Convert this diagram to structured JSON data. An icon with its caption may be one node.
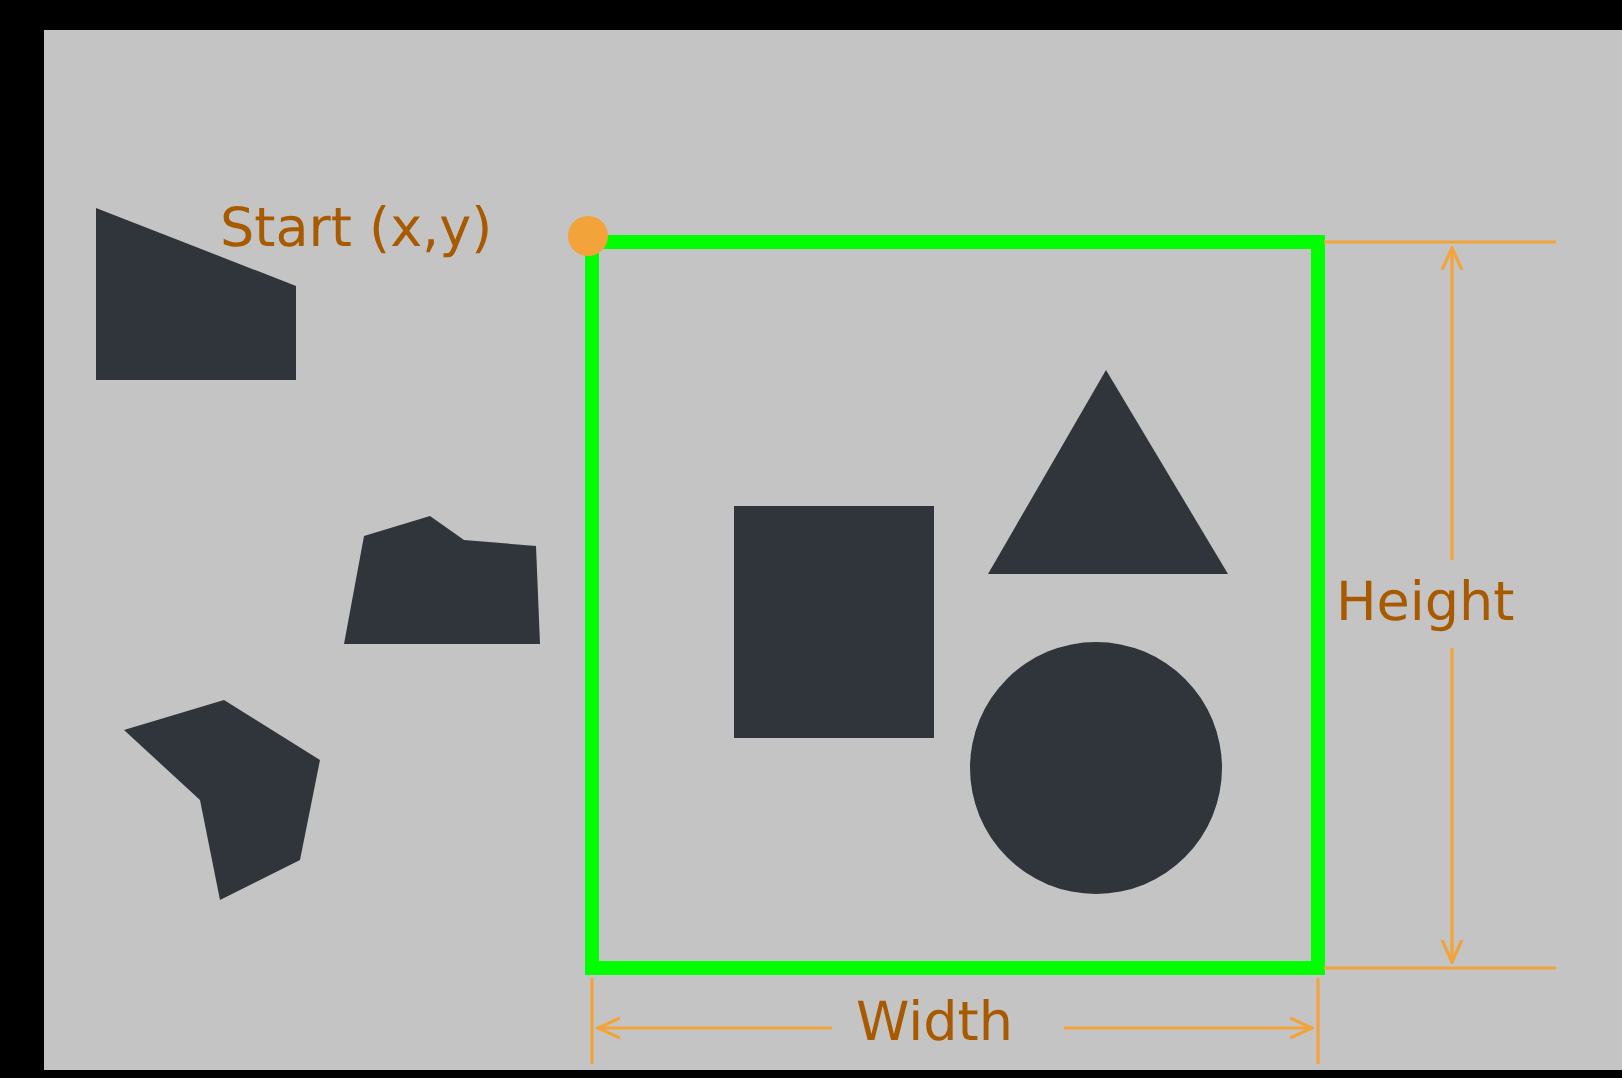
{
  "diagram": {
    "labels": [
      "Start (x,y)",
      "Height",
      "Width"
    ]
  }
}
